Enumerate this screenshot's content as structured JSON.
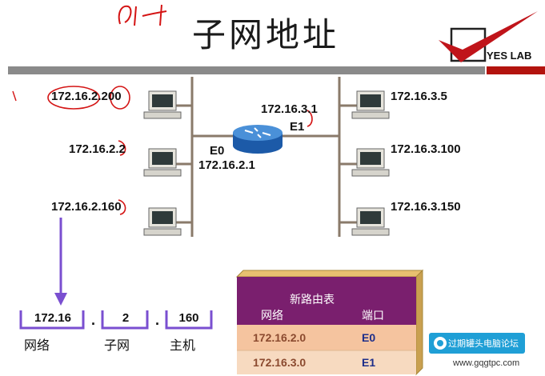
{
  "title": "子网地址",
  "logo": {
    "text": "YES LAB",
    "check_color": "#c0141a"
  },
  "hosts_left": [
    "172.16.2.200",
    "172.16.2.2",
    "172.16.2.160"
  ],
  "hosts_right": [
    "172.16.3.5",
    "172.16.3.100",
    "172.16.3.150"
  ],
  "router": {
    "e0_label": "E0",
    "e0_ip": "172.16.2.1",
    "e1_label": "E1",
    "e1_ip": "172.16.3.1"
  },
  "address_breakdown": {
    "network": "172.16",
    "subnet": "2",
    "host": "160",
    "separator": ".",
    "network_label": "网络",
    "subnet_label": "子网",
    "host_label": "主机"
  },
  "routing_table": {
    "title": "新路由表",
    "col_network": "网络",
    "col_port": "端口",
    "rows": [
      {
        "network": "172.16.2.0",
        "port": "E0"
      },
      {
        "network": "172.16.3.0",
        "port": "E1"
      }
    ]
  },
  "watermark": {
    "text": "过期罐头电脑论坛",
    "url": "www.gqgtpc.com"
  },
  "colors": {
    "accent_purple": "#7a4fd0",
    "table_header": "#7a1f6e",
    "table_row1": "#f5c49f",
    "table_row2": "#f7dac0",
    "bar_gray": "#8a8a8a",
    "bar_red": "#b3130e",
    "annotation_red": "#d41414"
  }
}
